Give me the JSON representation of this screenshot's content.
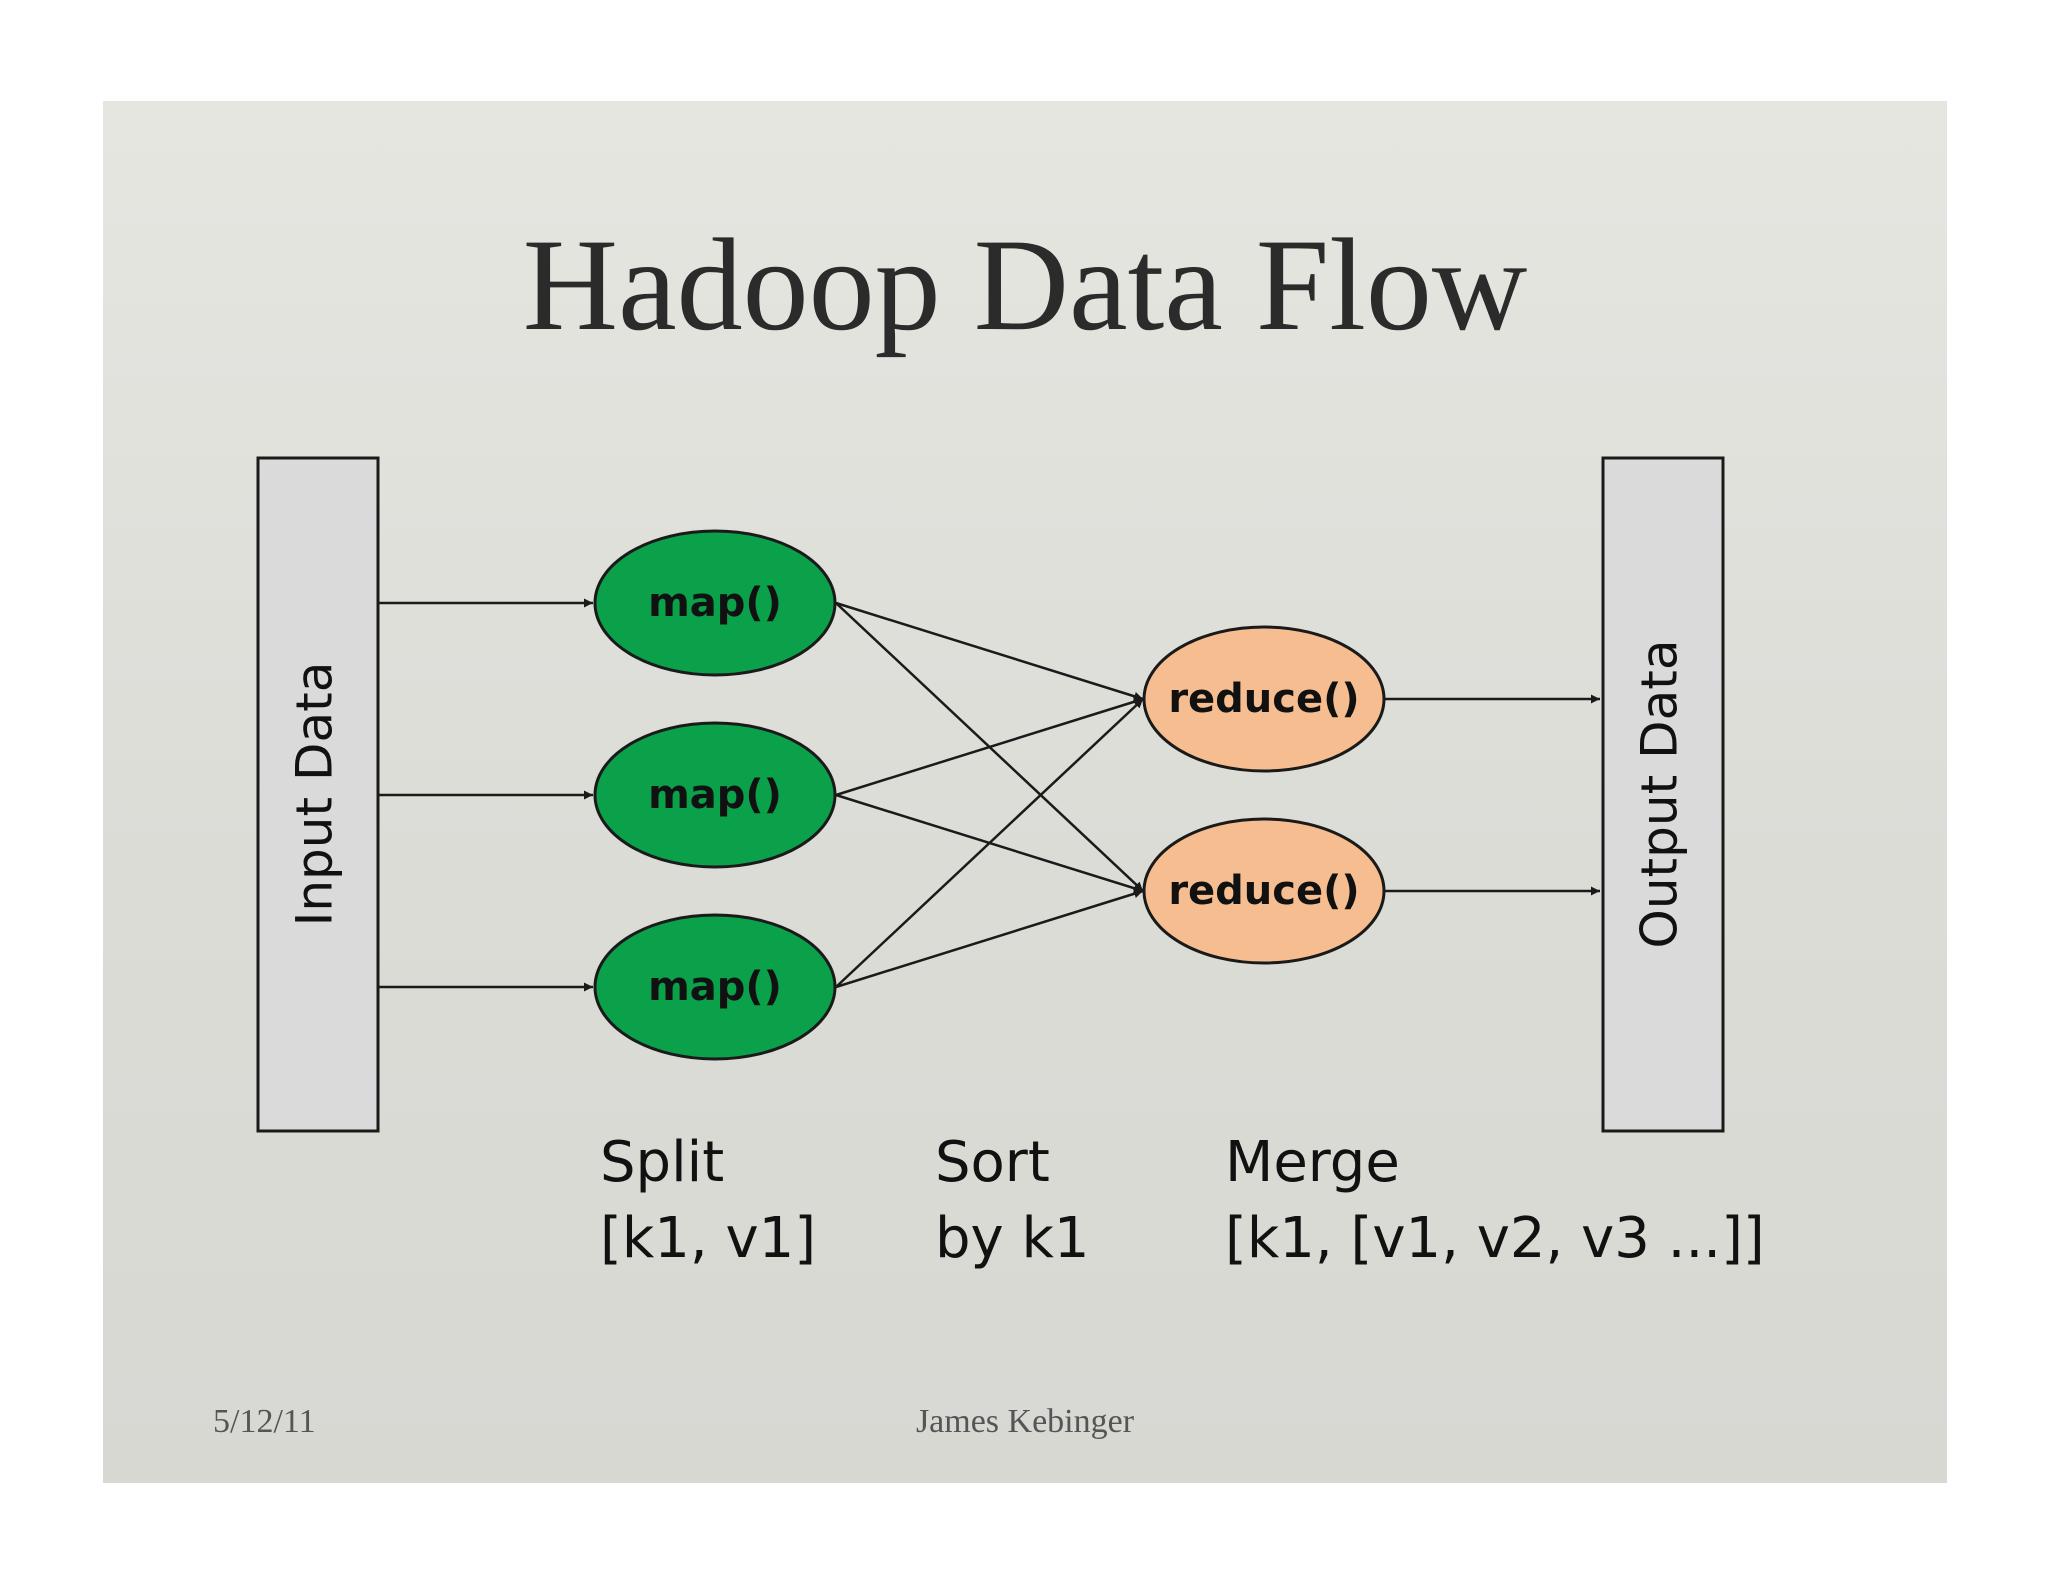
{
  "slide": {
    "title": "Hadoop Data Flow",
    "footer_date": "5/12/11",
    "footer_author": "James Kebinger"
  },
  "diagram": {
    "input_label": "Input Data",
    "output_label": "Output Data",
    "map_nodes": [
      "map()",
      "map()",
      "map()"
    ],
    "reduce_nodes": [
      "reduce()",
      "reduce()"
    ],
    "colors": {
      "map_fill": "#0aa14a",
      "reduce_fill": "#f6be90",
      "bar_fill": "#dadada",
      "stroke": "#1a1a1a"
    }
  },
  "phases": [
    {
      "name": "Split",
      "detail": "[k1, v1]"
    },
    {
      "name": "Sort",
      "detail": "by k1"
    },
    {
      "name": "Merge",
      "detail": "[k1, [v1, v2, v3 ...]]"
    }
  ]
}
